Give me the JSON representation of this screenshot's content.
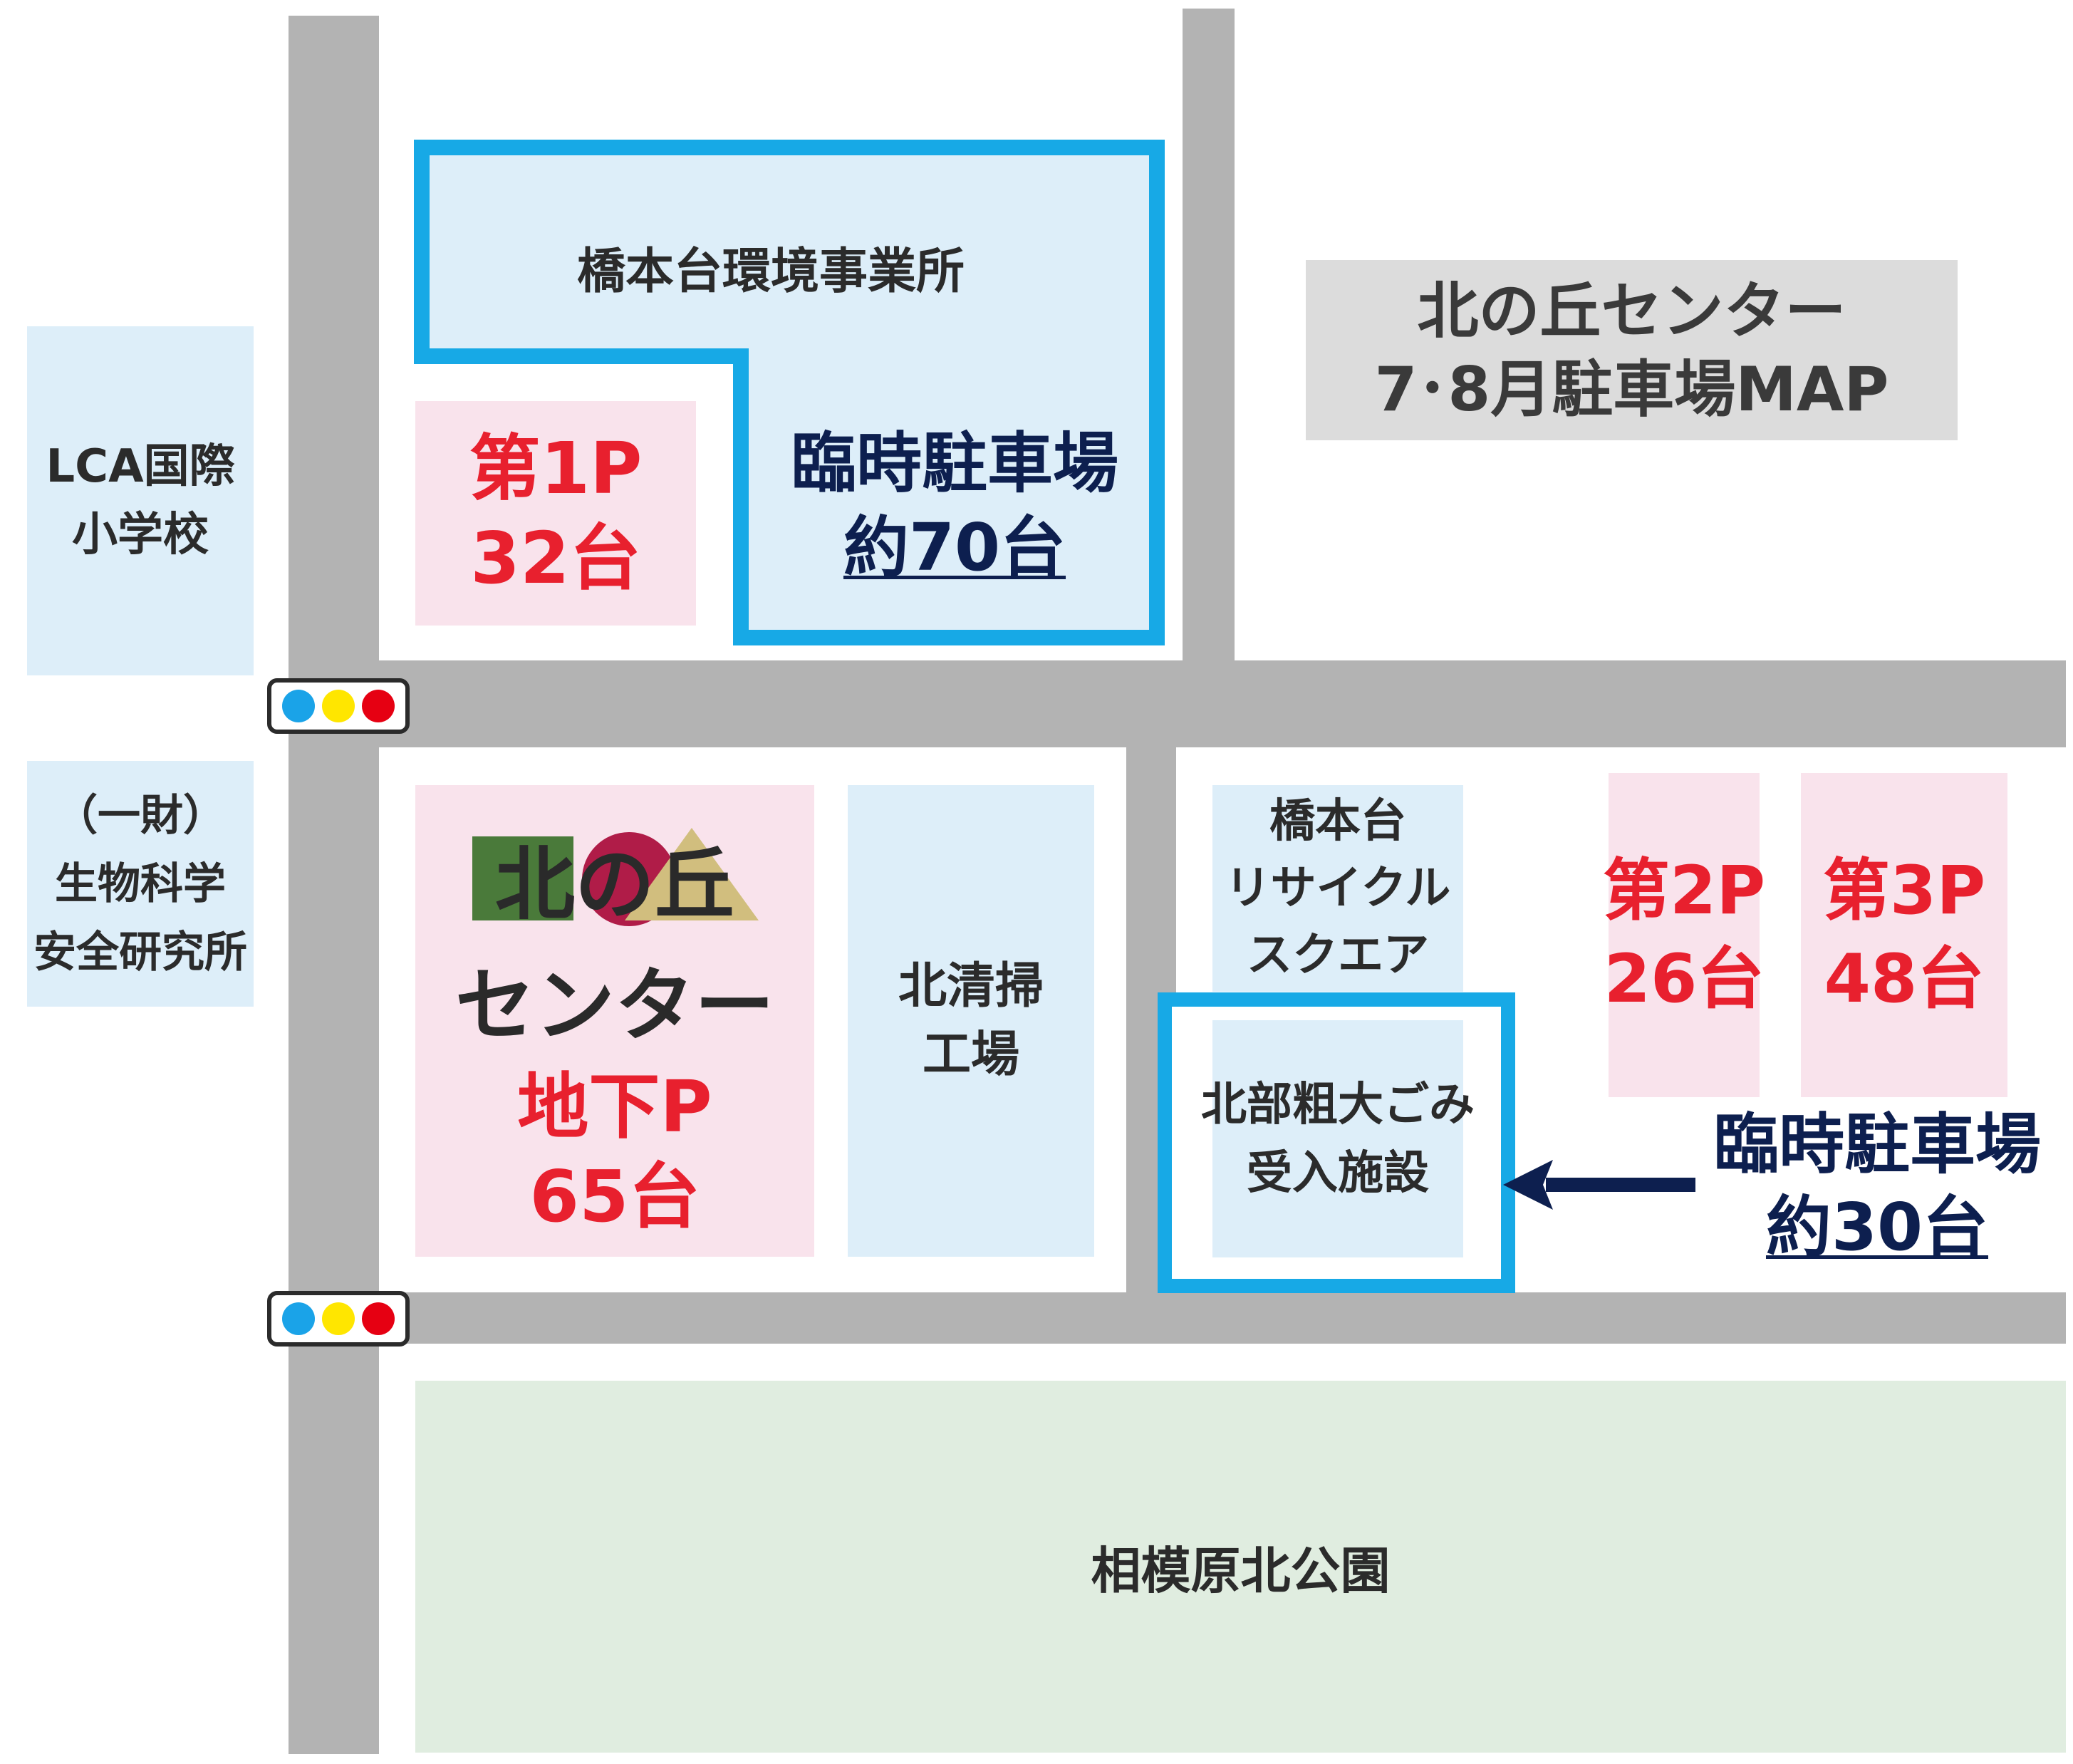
{
  "title": {
    "line1": "北の丘センター",
    "line2": "7･8月駐車場MAP"
  },
  "buildings": {
    "lca": {
      "line1": "LCA国際",
      "line2": "小学校"
    },
    "bio": {
      "line1": "（一財）",
      "line2": "生物科学",
      "line3": "安全研究所"
    },
    "env_office": "橋本台環境事業所",
    "kita_seiso": {
      "line1": "北清掃",
      "line2": "工場"
    },
    "recycle": {
      "line1": "橋本台",
      "line2": "リサイクル",
      "line3": "スクエア"
    },
    "sodai": {
      "line1": "北部粗大ごみ",
      "line2": "受入施設"
    },
    "park": "相模原北公園",
    "kitanooka_logo": {
      "line1": "北の丘",
      "line2": "センター"
    }
  },
  "parking": {
    "p1": {
      "name": "第1P",
      "count": "32台"
    },
    "p2": {
      "name": "第2P",
      "count": "26台"
    },
    "p3": {
      "name": "第3P",
      "count": "48台"
    },
    "underground": {
      "name": "地下P",
      "count": "65台"
    },
    "temp_north": {
      "name": "臨時駐車場",
      "count": "約70台"
    },
    "temp_east": {
      "name": "臨時駐車場",
      "count": "約30台"
    }
  },
  "icons": {
    "traffic_light": "traffic-light-icon",
    "arrow": "arrow-left-icon",
    "logo_square": "green-square",
    "logo_circle": "crimson-circle",
    "logo_triangle": "khaki-triangle"
  },
  "colors": {
    "road": "#b3b3b3",
    "temp_parking_outline": "#17a9e6",
    "parking_text": "#e8202e",
    "temp_parking_text": "#0d1f4f",
    "facility_fill": "#ddeef9",
    "parking_fill": "#f9e3ec",
    "park_fill": "#e0ede0",
    "lamp_blue": "#1aa3e8",
    "lamp_yellow": "#ffe600",
    "lamp_red": "#e60012"
  }
}
